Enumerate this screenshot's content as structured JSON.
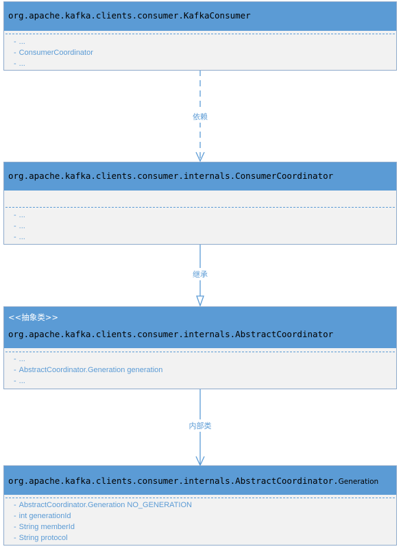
{
  "classes": {
    "kafka_consumer": {
      "name": "org.apache.kafka.clients.consumer.KafkaConsumer",
      "attributes": [
        "...",
        "ConsumerCoordinator",
        "..."
      ]
    },
    "consumer_coordinator": {
      "name": "org.apache.kafka.clients.consumer.internals.ConsumerCoordinator",
      "attributes": [
        "...",
        "...",
        "..."
      ]
    },
    "abstract_coordinator": {
      "stereotype": "<<抽象类>>",
      "name": "org.apache.kafka.clients.consumer.internals.AbstractCoordinator",
      "attributes": [
        "...",
        "AbstractCoordinator.Generation generation",
        "..."
      ]
    },
    "generation": {
      "name": "org.apache.kafka.clients.consumer.internals.AbstractCoordinator.",
      "name_suffix": "Generation",
      "attributes": [
        "AbstractCoordinator.Generation NO_GENERATION",
        "int generationId",
        "String memberId",
        "String protocol"
      ]
    }
  },
  "relations": {
    "dependency_label": "依赖",
    "inheritance_label": "继承",
    "inner_class_label": "内部类"
  },
  "colors": {
    "header": "#5b9bd5",
    "body": "#f2f2f2",
    "line": "#5b9bd5"
  }
}
